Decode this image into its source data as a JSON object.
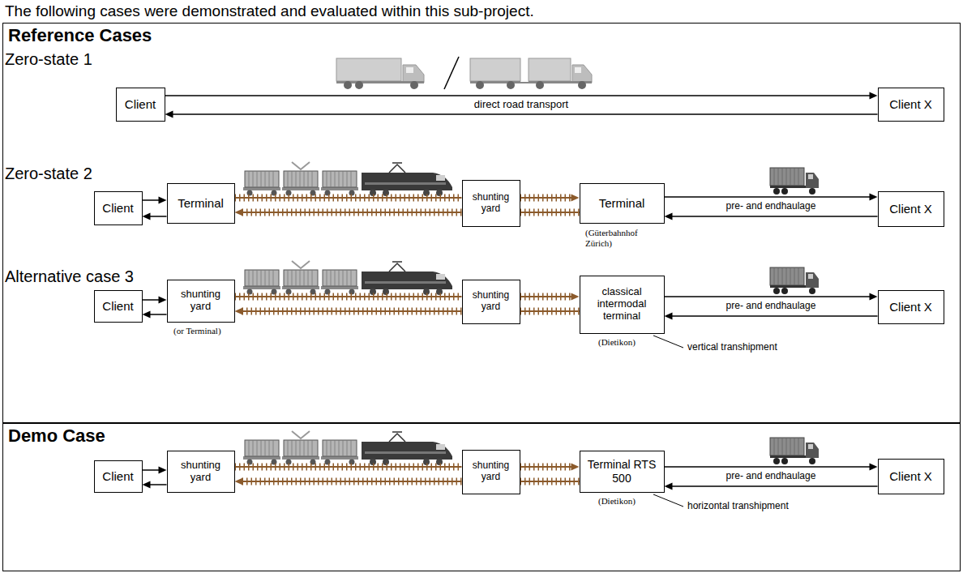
{
  "diagram": {
    "title": "The following cases were demonstrated and evaluated within this sub-project.",
    "nodes": [
      {
        "text": [
          "Reference Cases"
        ]
      },
      {
        "text": [
          "Client"
        ],
        "in": 0
      },
      {
        "text": [
          "Client X"
        ],
        "in": 0
      },
      {
        "text": [
          "Client"
        ],
        "in": 0
      },
      {
        "text": [
          "Terminal"
        ],
        "in": 0
      },
      {
        "text": [
          "shunting yard"
        ],
        "in": 0
      },
      {
        "text": [
          "Terminal"
        ],
        "in": 0
      },
      {
        "text": [
          "Client X"
        ],
        "in": 0
      },
      {
        "text": [
          "Client"
        ],
        "in": 0
      },
      {
        "text": [
          "shunting yard"
        ],
        "in": 0
      },
      {
        "text": [
          "shunting yard"
        ],
        "in": 0
      },
      {
        "text": [
          "classical intermodal terminal"
        ],
        "in": 0
      },
      {
        "text": [
          "Client X"
        ],
        "in": 0
      },
      {
        "text": [
          "Demo Case"
        ]
      },
      {
        "text": [
          "Client"
        ],
        "in": 13
      },
      {
        "text": [
          "shunting yard"
        ],
        "in": 13
      },
      {
        "text": [
          "shunting yard"
        ],
        "in": 13
      },
      {
        "text": [
          "Terminal RTS 500"
        ],
        "in": 13
      },
      {
        "text": [
          "Client X"
        ],
        "in": 13
      }
    ],
    "edges": [
      {
        "from": 1,
        "to": 2,
        "arrow": "to"
      },
      {
        "from": 2,
        "to": 1,
        "label": "direct road transport",
        "arrow": "to"
      },
      {
        "from": 3,
        "to": 4,
        "arrow": "to"
      },
      {
        "from": 4,
        "to": 3,
        "arrow": "to"
      },
      {
        "from": 4,
        "to": 5,
        "arrow": "none"
      },
      {
        "from": 5,
        "to": 6,
        "arrow": "to"
      },
      {
        "from": 6,
        "to": 5,
        "arrow": "none"
      },
      {
        "from": 5,
        "to": 4,
        "arrow": "to"
      },
      {
        "from": 6,
        "to": 7,
        "label": "pre- and endhaulage",
        "arrow": "to"
      },
      {
        "from": 7,
        "to": 6,
        "arrow": "to"
      },
      {
        "from": 8,
        "to": 9,
        "arrow": "to"
      },
      {
        "from": 9,
        "to": 8,
        "arrow": "to"
      },
      {
        "from": 9,
        "to": 10,
        "arrow": "none"
      },
      {
        "from": 10,
        "to": 11,
        "arrow": "to"
      },
      {
        "from": 11,
        "to": 10,
        "arrow": "none"
      },
      {
        "from": 10,
        "to": 9,
        "arrow": "to"
      },
      {
        "from": 11,
        "to": 12,
        "label": "pre- and endhaulage",
        "arrow": "to"
      },
      {
        "from": 12,
        "to": 11,
        "arrow": "to"
      },
      {
        "from": 14,
        "to": 15,
        "arrow": "to"
      },
      {
        "from": 15,
        "to": 14,
        "arrow": "to"
      },
      {
        "from": 15,
        "to": 16,
        "arrow": "none"
      },
      {
        "from": 16,
        "to": 17,
        "arrow": "to"
      },
      {
        "from": 17,
        "to": 16,
        "arrow": "none"
      },
      {
        "from": 16,
        "to": 15,
        "arrow": "to"
      },
      {
        "from": 17,
        "to": 18,
        "label": "pre- and endhaulage",
        "arrow": "to"
      },
      {
        "from": 18,
        "to": 17,
        "arrow": "to"
      }
    ],
    "labels": [
      "Zero-state 1",
      "Zero-state 2",
      "(Güterbahnhof Zürich)",
      "Alternative case 3",
      "(or Terminal)",
      "(Dietikon)",
      "vertical transhipment",
      "(Dietikon)",
      "horizontal transhipment"
    ]
  }
}
